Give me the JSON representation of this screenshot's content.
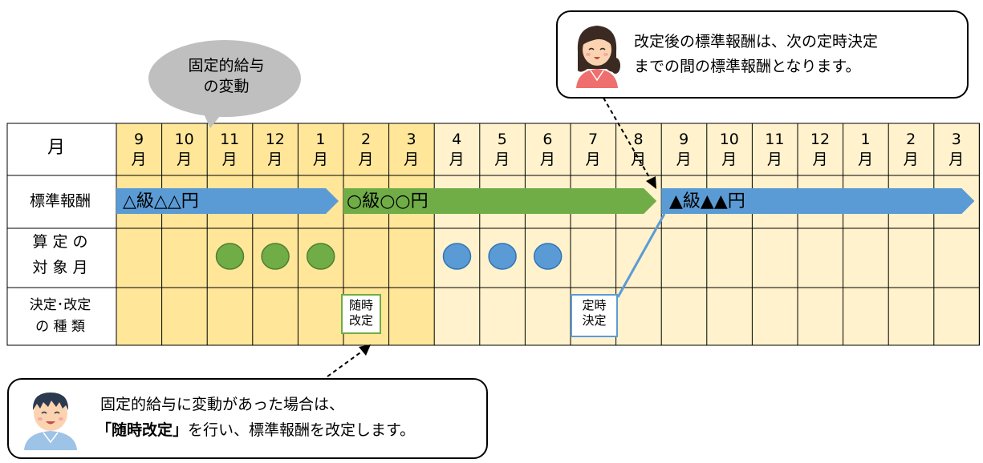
{
  "header_label": "月",
  "months": [
    {
      "num": "9",
      "unit": "月"
    },
    {
      "num": "10",
      "unit": "月"
    },
    {
      "num": "11",
      "unit": "月"
    },
    {
      "num": "12",
      "unit": "月"
    },
    {
      "num": "1",
      "unit": "月"
    },
    {
      "num": "2",
      "unit": "月"
    },
    {
      "num": "3",
      "unit": "月"
    },
    {
      "num": "4",
      "unit": "月"
    },
    {
      "num": "5",
      "unit": "月"
    },
    {
      "num": "6",
      "unit": "月"
    },
    {
      "num": "7",
      "unit": "月"
    },
    {
      "num": "8",
      "unit": "月"
    },
    {
      "num": "9",
      "unit": "月"
    },
    {
      "num": "10",
      "unit": "月"
    },
    {
      "num": "11",
      "unit": "月"
    },
    {
      "num": "12",
      "unit": "月"
    },
    {
      "num": "1",
      "unit": "月"
    },
    {
      "num": "2",
      "unit": "月"
    },
    {
      "num": "3",
      "unit": "月"
    }
  ],
  "rows": {
    "standard_pay": "標準報酬",
    "target_month_line1": "算 定 の",
    "target_month_line2": "対 象 月",
    "decision_type_line1": "決定･改定",
    "decision_type_line2": "の 種 類"
  },
  "bands": [
    {
      "label": "△級△△円",
      "color": "#5B9BD5"
    },
    {
      "label": "○級○○円",
      "color": "#70AD47"
    },
    {
      "label": "▲級▲▲円",
      "color": "#5B9BD5"
    }
  ],
  "target_months": {
    "green_color": "#70AD47",
    "blue_color": "#5B9BD5"
  },
  "types": {
    "occasional_line1": "随時",
    "occasional_line2": "改定",
    "regular_line1": "定時",
    "regular_line2": "決定"
  },
  "speech_bubble": {
    "line1": "固定的給与",
    "line2": "の変動"
  },
  "callout_top": {
    "line1": "改定後の標準報酬は、次の定時決定",
    "line2": "までの間の標準報酬となります。"
  },
  "callout_bottom": {
    "line1": "固定的給与に変動があった場合は、",
    "line2_bold": "「随時改定」",
    "line2_rest": "を行い、標準報酬を改定します。"
  },
  "colors": {
    "highlight_yellow": "#FFE699",
    "light_yellow": "#FFF2CC",
    "grid_line": "#000000",
    "bubble_gray": "#BFBFBF"
  }
}
